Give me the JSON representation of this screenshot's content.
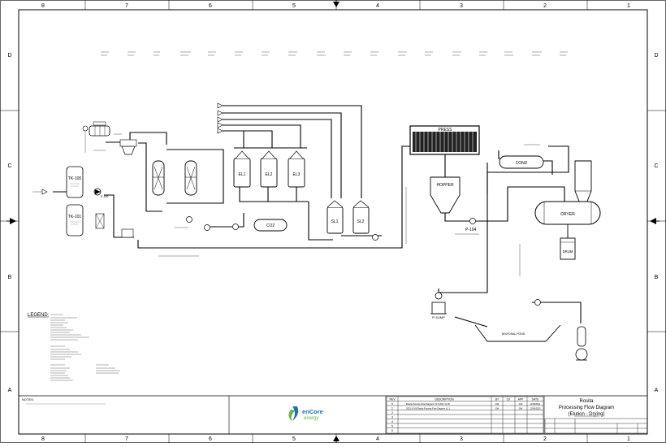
{
  "border": {
    "top_zones": [
      "8",
      "7",
      "6",
      "5",
      "4",
      "3",
      "2",
      "1"
    ],
    "side_zones": [
      "D",
      "C",
      "B",
      "A"
    ]
  },
  "equipment": {
    "press": "PRESS",
    "hopper": "HOPPER",
    "cond": "COND",
    "dryer": "DRYER",
    "drum": "DRUM",
    "co2": "CO2",
    "el1": "EL1",
    "el2": "EL2",
    "el3": "EL3",
    "sl1": "SL1",
    "sl2": "SL2",
    "tk100": "TK-100",
    "tk101": "TK-101",
    "p104": "P-104",
    "psump": "P-SUMP",
    "p100": "P-100"
  },
  "labels": {
    "disposal_pond": "DISPOSAL POND",
    "legend": "LEGEND:",
    "notes_header": "NOTES:"
  },
  "title_block": {
    "company": "enCore",
    "company_sub": "energy",
    "project": "Rosita",
    "drawing_title": "Processing Flow Diagram",
    "drawing_subtitle": "(Elution - Drying)",
    "rev_header": [
      "REV",
      "DESCRIPTION",
      "BY",
      "CK",
      "APP",
      "DATE"
    ],
    "revisions": [
      {
        "rev": "0",
        "desc": "Rosita Process Flow Diagram V1.0.2021 11-06",
        "by": "GW",
        "ck": "",
        "app": "GW",
        "date": "11/06/2021"
      },
      {
        "rev": "1",
        "desc": "2023-12-06 Rosita Process Flow Diagram v1.1",
        "by": "GW",
        "ck": "",
        "app": "GW",
        "date": "12/06/2023"
      },
      {
        "rev": "2",
        "desc": "",
        "by": "",
        "ck": "",
        "app": "",
        "date": ""
      },
      {
        "rev": "3",
        "desc": "",
        "by": "",
        "ck": "",
        "app": "",
        "date": ""
      },
      {
        "rev": "4",
        "desc": "",
        "by": "",
        "ck": "",
        "app": "",
        "date": ""
      },
      {
        "rev": "5",
        "desc": "",
        "by": "",
        "ck": "",
        "app": "",
        "date": ""
      },
      {
        "rev": "6",
        "desc": "",
        "by": "",
        "ck": "",
        "app": "",
        "date": ""
      }
    ]
  },
  "colors": {
    "line": "#000000",
    "logo_green": "#6db33f",
    "logo_blue": "#1f6fb2",
    "press_plates": "#222222"
  }
}
